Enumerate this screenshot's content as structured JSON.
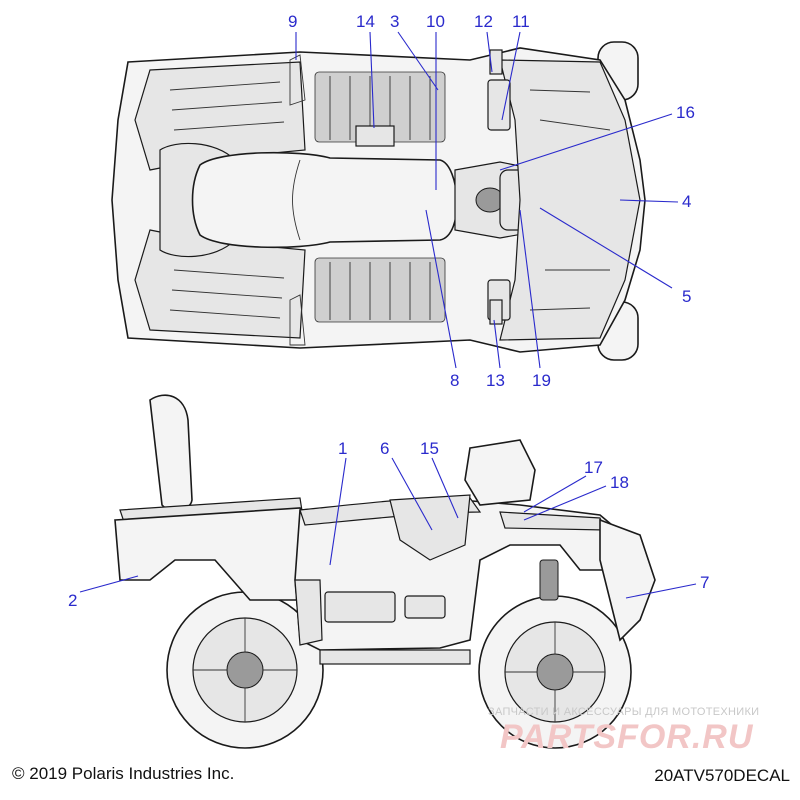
{
  "diagram": {
    "callouts": {
      "c1": "1",
      "c2": "2",
      "c3": "3",
      "c4": "4",
      "c5": "5",
      "c6": "6",
      "c7": "7",
      "c8": "8",
      "c9": "9",
      "c10": "10",
      "c11": "11",
      "c12": "12",
      "c13": "13",
      "c14": "14",
      "c15": "15",
      "c16": "16",
      "c17": "17",
      "c18": "18",
      "c19": "19"
    },
    "callout_color": "#2a2acc"
  },
  "footer": {
    "copyright": "© 2019 Polaris Industries Inc.",
    "drawing_code": "20ATV570DECAL"
  },
  "watermark": {
    "line1": "ЗАПЧАСТИ И АКСЕССУАРЫ ДЛЯ МОТОТЕХНИКИ",
    "line2": "PARTSFOR.RU"
  }
}
